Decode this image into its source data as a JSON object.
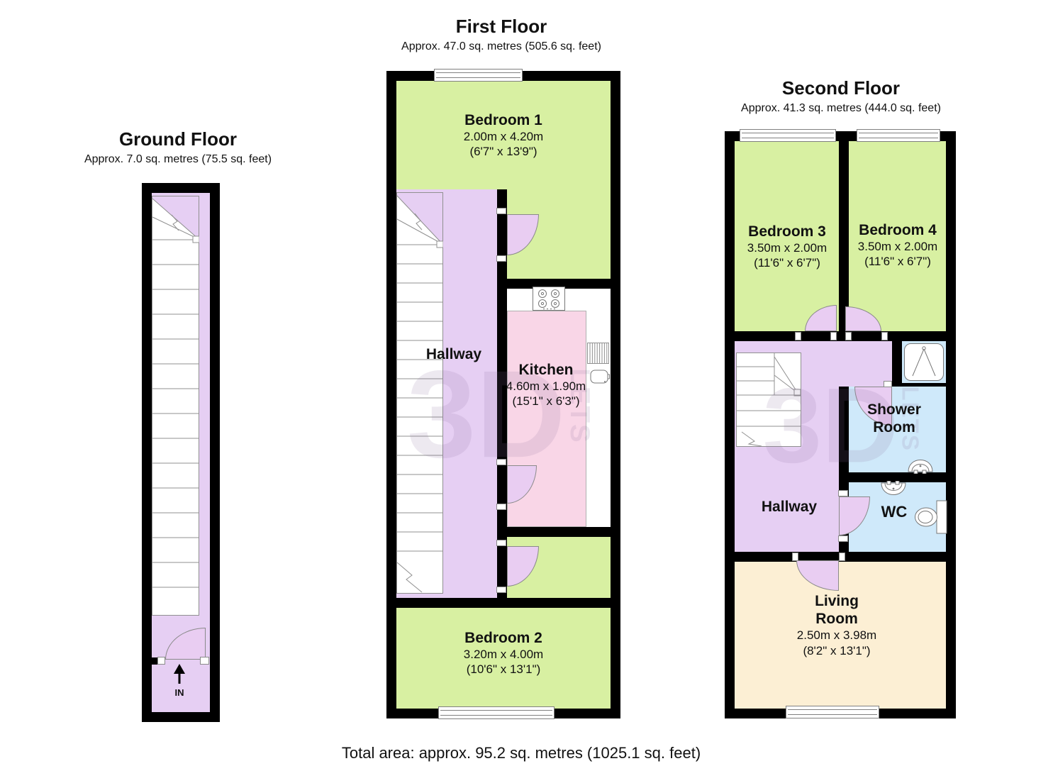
{
  "page": {
    "total_area": "Total area: approx. 95.2 sq. metres (1025.1 sq. feet)"
  },
  "floors": {
    "ground": {
      "title": "Ground Floor",
      "subtitle": "Approx. 7.0 sq. metres (75.5 sq. feet)",
      "entrance_label": "IN"
    },
    "first": {
      "title": "First Floor",
      "subtitle": "Approx. 47.0 sq. metres (505.6 sq. feet)",
      "rooms": {
        "bedroom1": {
          "name": "Bedroom 1",
          "dim_m": "2.00m x 4.20m",
          "dim_ft": "(6'7\" x 13'9\")"
        },
        "hallway": {
          "name": "Hallway"
        },
        "kitchen": {
          "name": "Kitchen",
          "dim_m": "4.60m x 1.90m",
          "dim_ft": "(15'1\" x 6'3\")"
        },
        "bedroom2": {
          "name": "Bedroom 2",
          "dim_m": "3.20m x 4.00m",
          "dim_ft": "(10'6\" x 13'1\")"
        }
      }
    },
    "second": {
      "title": "Second Floor",
      "subtitle": "Approx. 41.3 sq. metres (444.0 sq. feet)",
      "rooms": {
        "bedroom3": {
          "name": "Bedroom 3",
          "dim_m": "3.50m x 2.00m",
          "dim_ft": "(11'6\" x 6'7\")"
        },
        "bedroom4": {
          "name": "Bedroom 4",
          "dim_m": "3.50m x 2.00m",
          "dim_ft": "(11'6\" x 6'7\")"
        },
        "hallway": {
          "name": "Hallway"
        },
        "shower_room": {
          "name": "Shower Room"
        },
        "wc": {
          "name": "WC"
        },
        "living_room": {
          "name": "Living Room",
          "dim_m": "2.50m x 3.98m",
          "dim_ft": "(8'2\" x 13'1\")"
        }
      }
    }
  },
  "watermark": {
    "text": "3D",
    "sub": "LETS"
  },
  "colors": {
    "room_green": "#d8f0a2",
    "hallway_purple": "#e6cff3",
    "kitchen_pink": "#f9d6e7",
    "bathroom_blue": "#cfe9fa",
    "living_cream": "#fcefd4",
    "wall_black": "#000000"
  }
}
